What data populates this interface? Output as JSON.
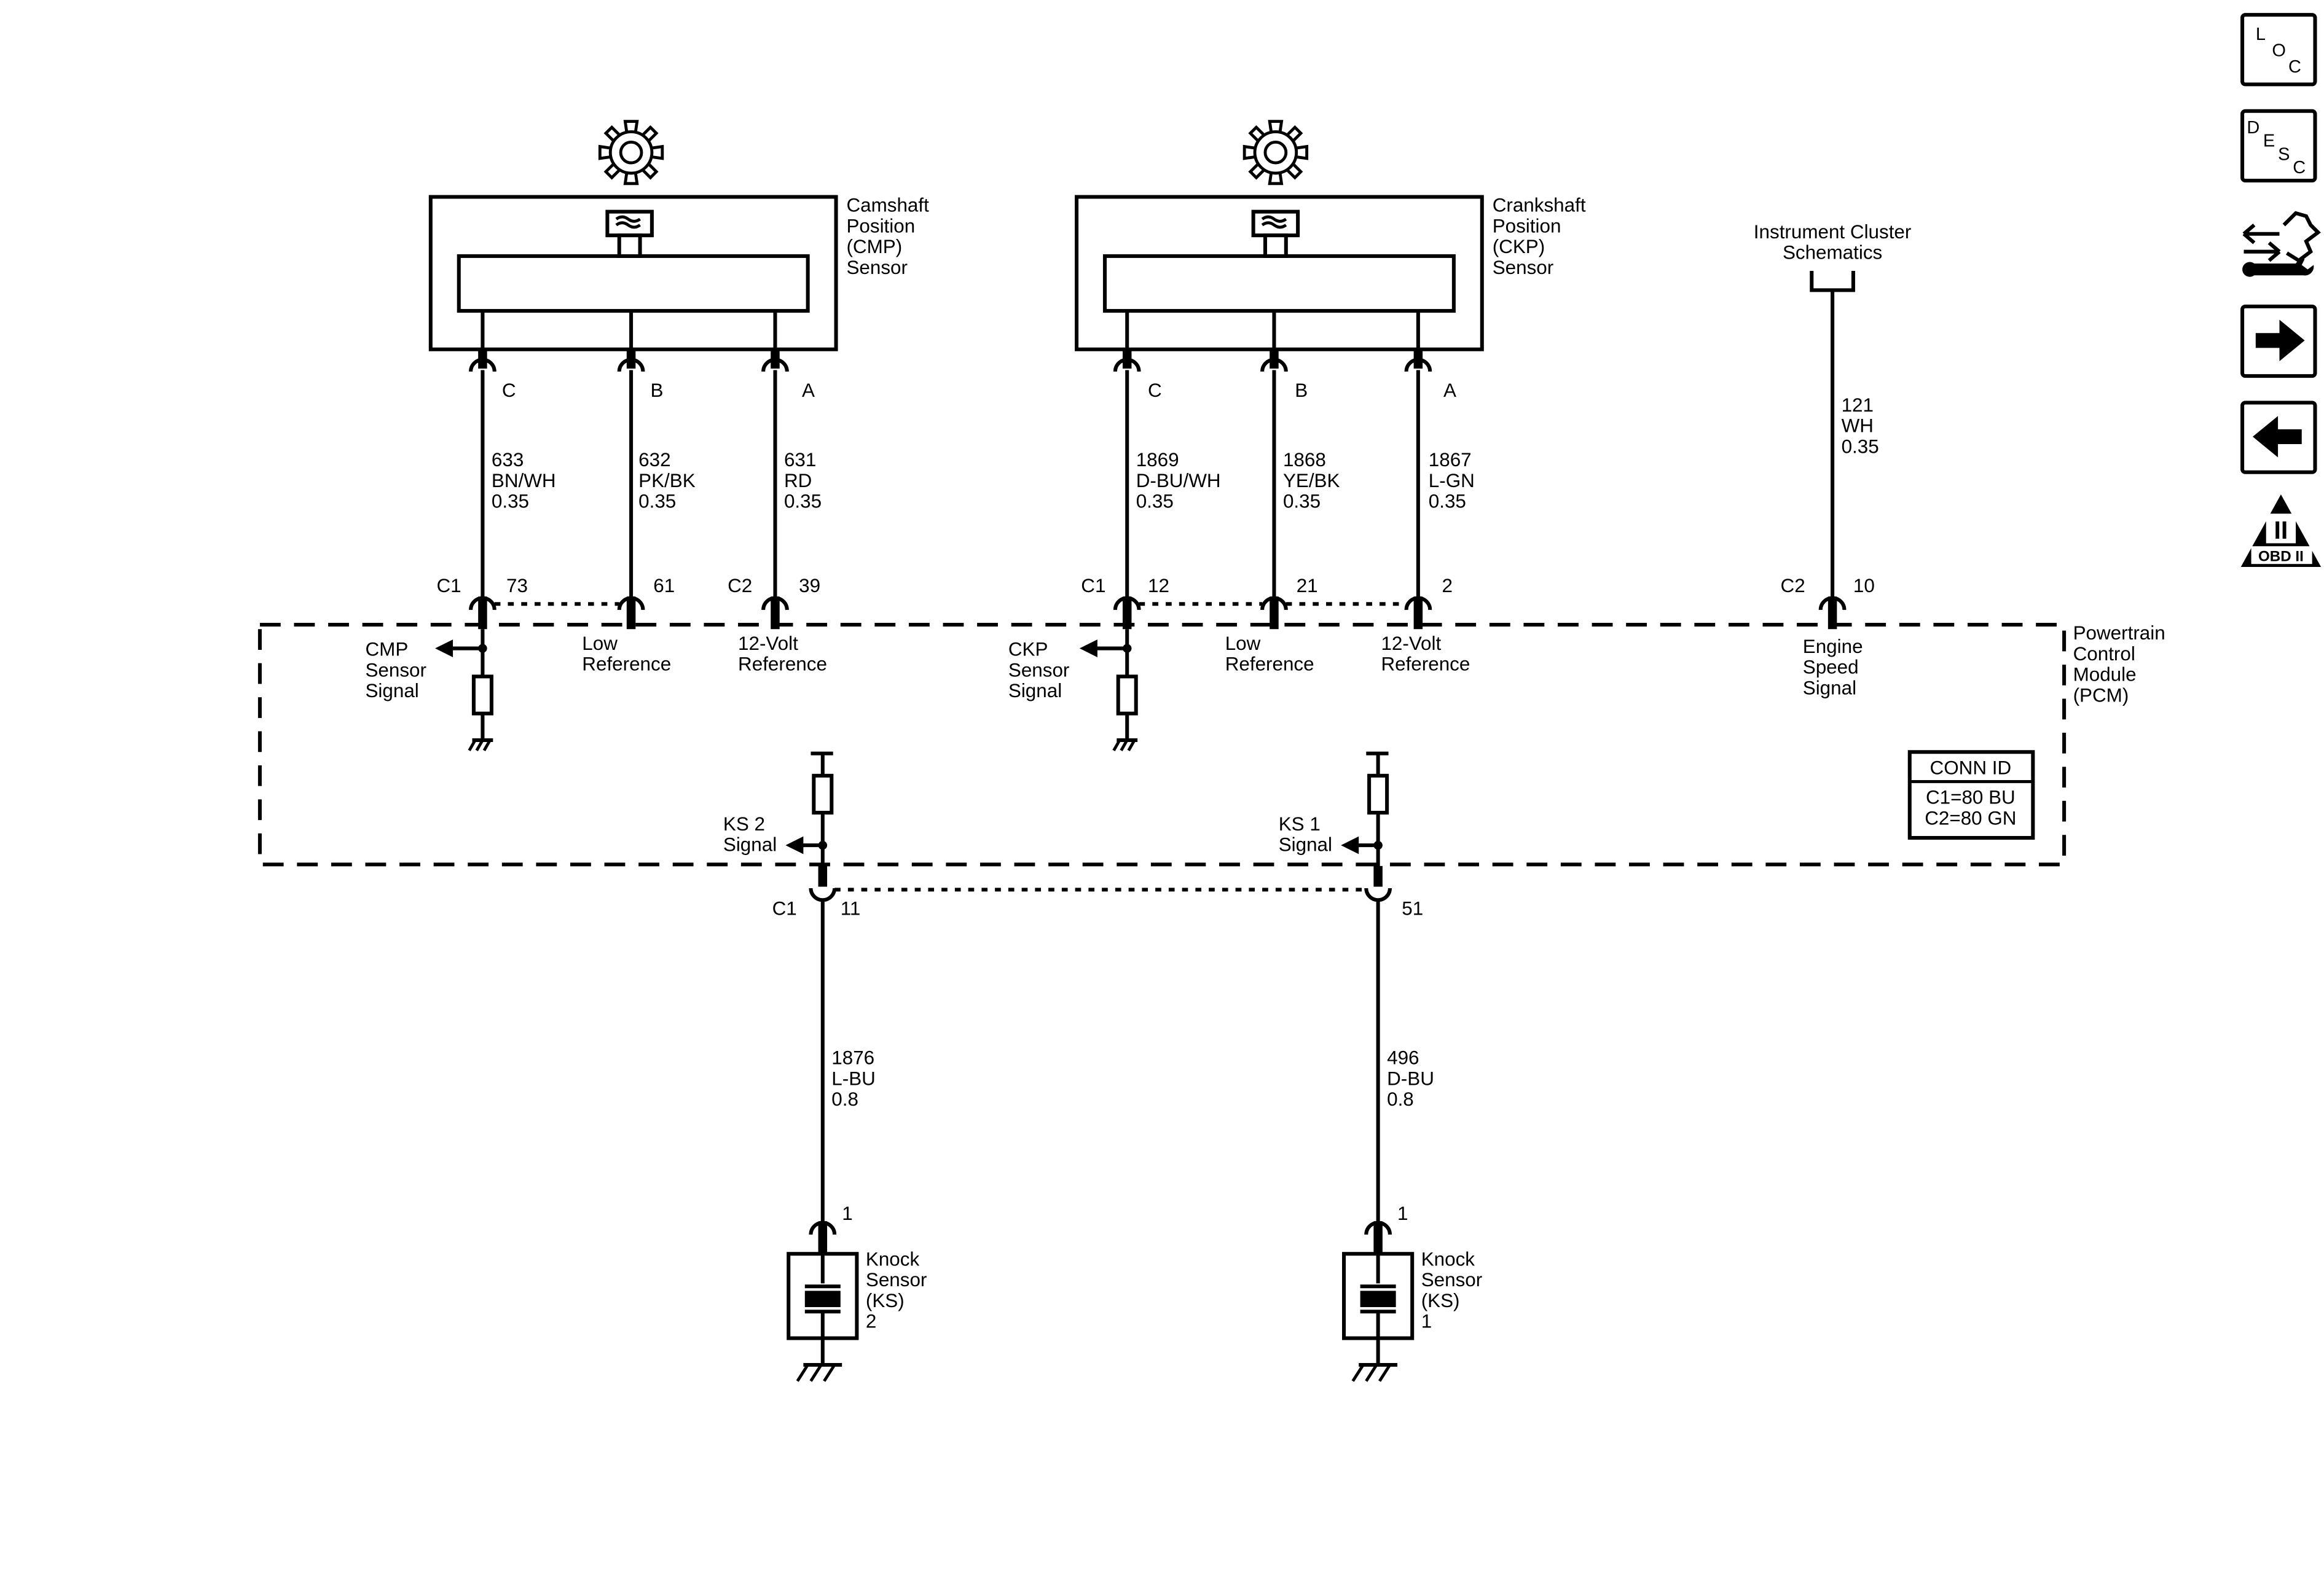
{
  "sensors": {
    "cmp": {
      "name": [
        "Camshaft",
        "Position",
        "(CMP)",
        "Sensor"
      ],
      "pins": [
        "C",
        "B",
        "A"
      ],
      "wires": [
        {
          "circuit": "633",
          "color": "BN/WH",
          "gauge": "0.35"
        },
        {
          "circuit": "632",
          "color": "PK/BK",
          "gauge": "0.35"
        },
        {
          "circuit": "631",
          "color": "RD",
          "gauge": "0.35"
        }
      ],
      "pcm_connector_c1": "C1",
      "pcm_connector_c2": "C2",
      "pcm_pins": [
        "73",
        "61",
        "39"
      ],
      "pcm_labels": {
        "signal": [
          "CMP",
          "Sensor",
          "Signal"
        ],
        "low_ref": [
          "Low",
          "Reference"
        ],
        "volt_ref": [
          "12-Volt",
          "Reference"
        ]
      }
    },
    "ckp": {
      "name": [
        "Crankshaft",
        "Position",
        "(CKP)",
        "Sensor"
      ],
      "pins": [
        "C",
        "B",
        "A"
      ],
      "wires": [
        {
          "circuit": "1869",
          "color": "D-BU/WH",
          "gauge": "0.35"
        },
        {
          "circuit": "1868",
          "color": "YE/BK",
          "gauge": "0.35"
        },
        {
          "circuit": "1867",
          "color": "L-GN",
          "gauge": "0.35"
        }
      ],
      "pcm_connector": "C1",
      "pcm_pins": [
        "12",
        "21",
        "2"
      ],
      "pcm_labels": {
        "signal": [
          "CKP",
          "Sensor",
          "Signal"
        ],
        "low_ref": [
          "Low",
          "Reference"
        ],
        "volt_ref": [
          "12-Volt",
          "Reference"
        ]
      }
    }
  },
  "instrument_cluster": {
    "name": [
      "Instrument Cluster",
      "Schematics"
    ],
    "wire": {
      "circuit": "121",
      "color": "WH",
      "gauge": "0.35"
    },
    "pcm_connector": "C2",
    "pcm_pin": "10",
    "pcm_label": [
      "Engine",
      "Speed",
      "Signal"
    ]
  },
  "pcm": {
    "name": [
      "Powertrain",
      "Control",
      "Module",
      "(PCM)"
    ],
    "conn_id": {
      "title": "CONN ID",
      "lines": [
        "C1=80 BU",
        "C2=80 GN"
      ]
    }
  },
  "knock_sensors": {
    "ks2": {
      "signal_label": [
        "KS 2",
        "Signal"
      ],
      "pcm_connector": "C1",
      "pcm_pin": "11",
      "wire": {
        "circuit": "1876",
        "color": "L-BU",
        "gauge": "0.8"
      },
      "sensor_pin": "1",
      "name": [
        "Knock",
        "Sensor",
        "(KS)",
        "2"
      ]
    },
    "ks1": {
      "signal_label": [
        "KS 1",
        "Signal"
      ],
      "pcm_pin": "51",
      "wire": {
        "circuit": "496",
        "color": "D-BU",
        "gauge": "0.8"
      },
      "sensor_pin": "1",
      "name": [
        "Knock",
        "Sensor",
        "(KS)",
        "1"
      ]
    }
  },
  "nav": {
    "loc": {
      "letters": [
        "L",
        "O",
        "C"
      ]
    },
    "desc": {
      "letters": [
        "D",
        "E",
        "S",
        "C"
      ]
    },
    "obd": {
      "label": "OBD II",
      "numeral": "II"
    }
  }
}
